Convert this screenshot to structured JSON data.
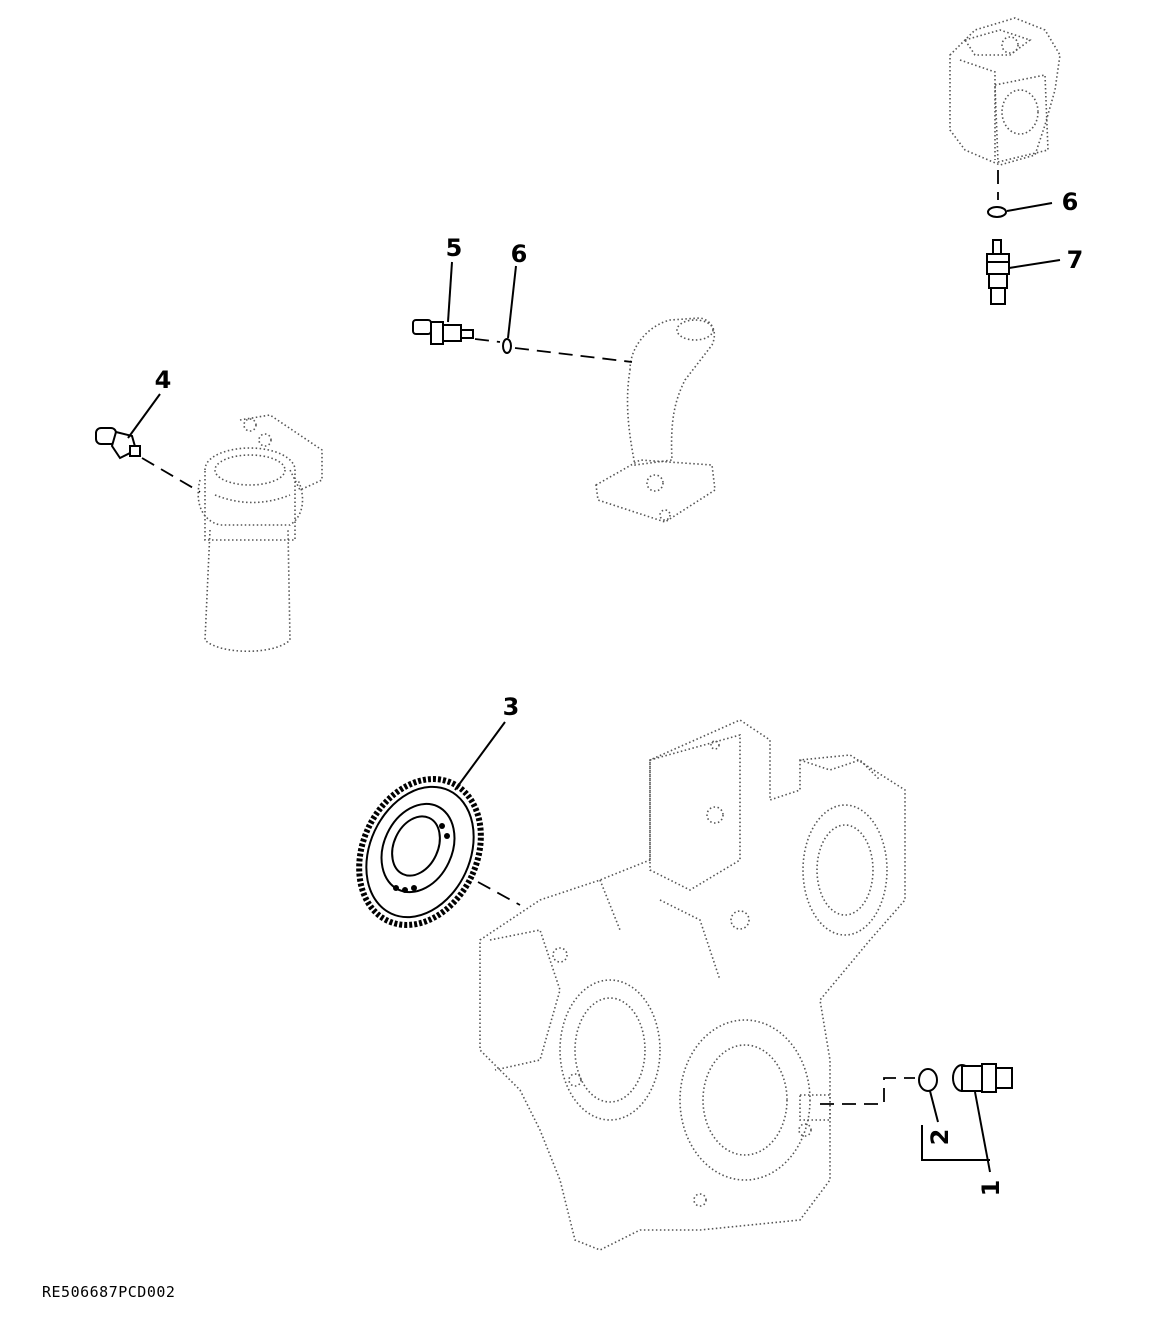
{
  "callouts": {
    "c1": "1",
    "c2": "2",
    "c3": "3",
    "c4": "4",
    "c5": "5",
    "c6a": "6",
    "c6b": "6",
    "c7": "7"
  },
  "reference_code": "RE506687PCD002"
}
